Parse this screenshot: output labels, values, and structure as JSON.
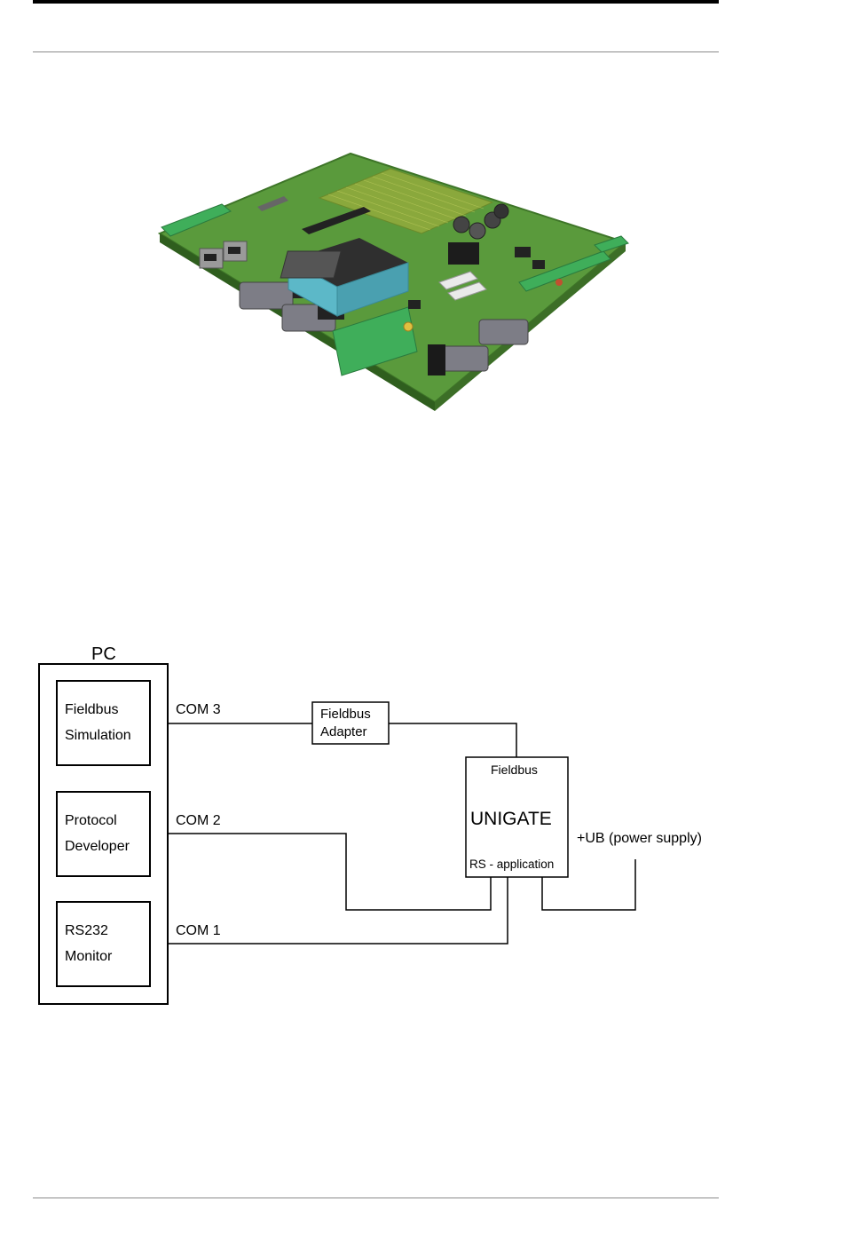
{
  "diagram": {
    "pc_label": "PC",
    "blocks": [
      {
        "line1": "Fieldbus",
        "line2": "Simulation"
      },
      {
        "line1": "Protocol",
        "line2": "Developer"
      },
      {
        "line1": "RS232",
        "line2": "Monitor"
      }
    ],
    "ports": [
      "COM 3",
      "COM 2",
      "COM 1"
    ],
    "adapter": {
      "line1": "Fieldbus",
      "line2": "Adapter"
    },
    "unigate": {
      "top": "Fieldbus",
      "title": "UNIGATE",
      "bottom": "RS - application"
    },
    "power_label": "+UB (power supply)"
  }
}
